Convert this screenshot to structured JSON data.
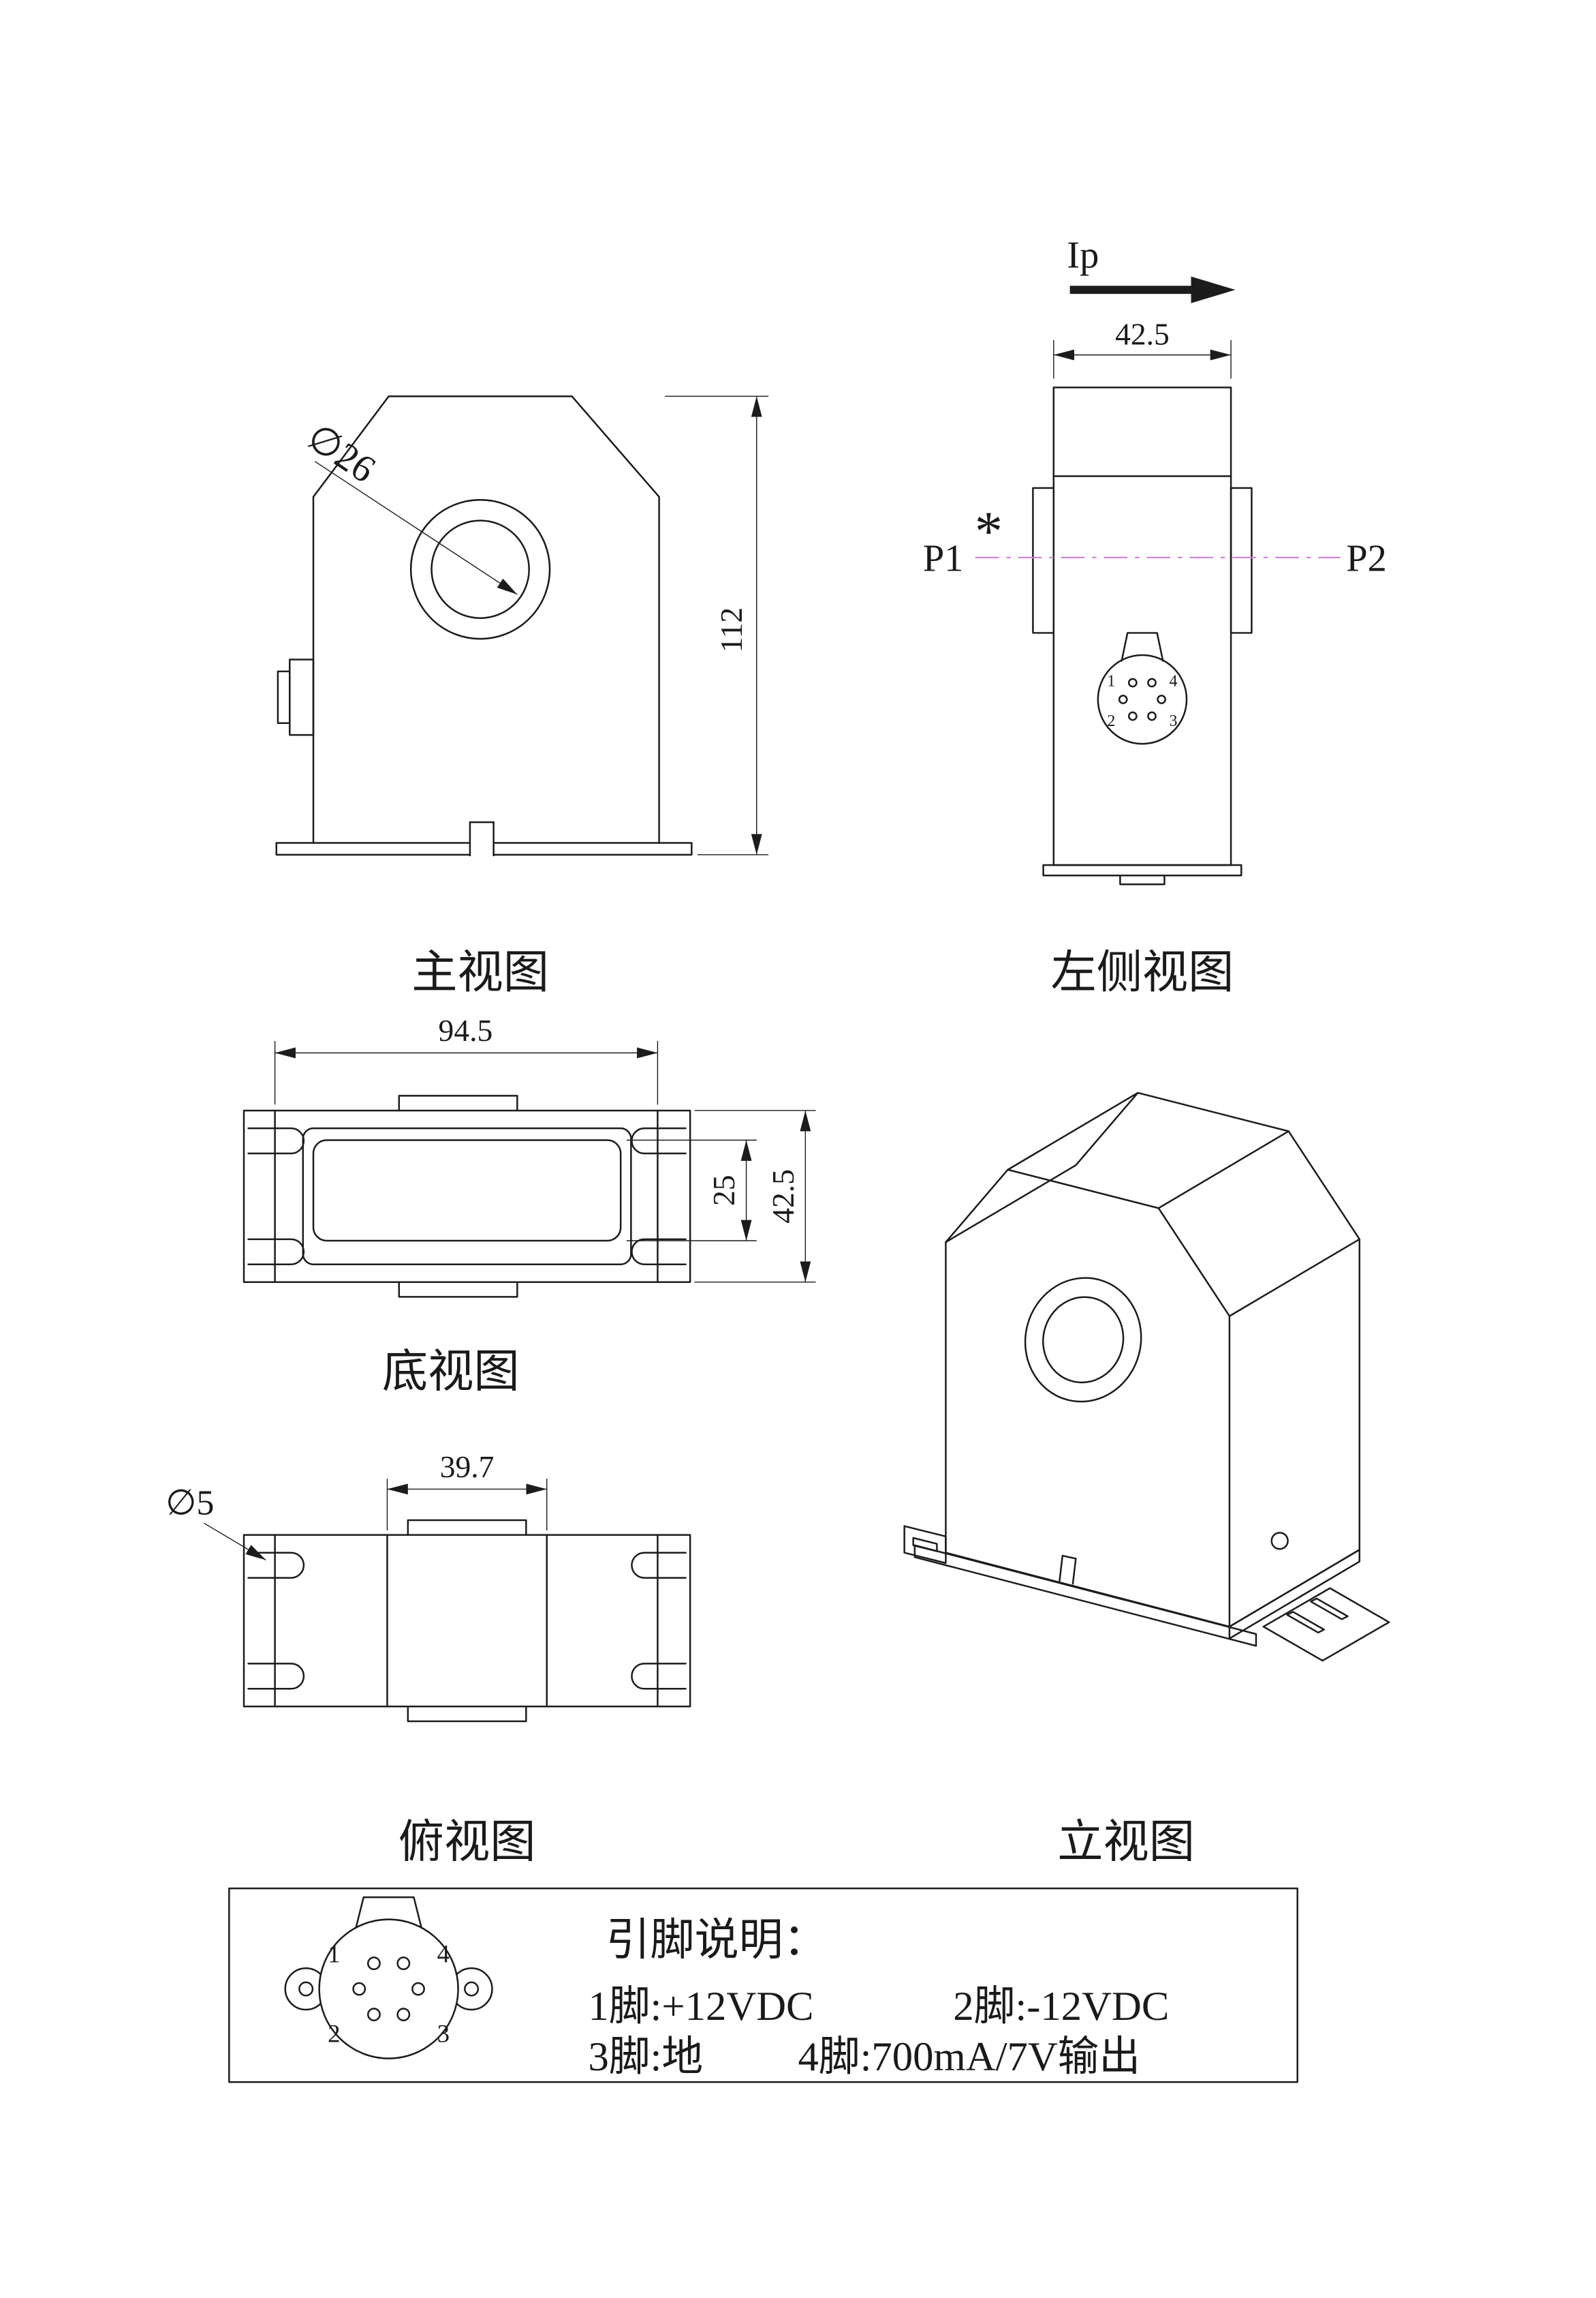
{
  "colors": {
    "line": "#1c1c1c",
    "red": "#c40000",
    "centerline": "#cf7fd4",
    "background": "#ffffff"
  },
  "front_view": {
    "caption": "主视图",
    "hole_dim": "∅26",
    "height_dim": "112"
  },
  "left_view": {
    "caption": "左侧视图",
    "current_label": "Ip",
    "width_dim": "42.5",
    "p1": "P1",
    "p2": "P2",
    "star": "*",
    "pin_top_left": "1",
    "pin_top_right": "4",
    "pin_bottom_left": "2",
    "pin_bottom_right": "3"
  },
  "bottom_view": {
    "caption": "底视图",
    "width_dim": "94.5",
    "inner_height_dim": "25",
    "depth_dim": "42.5"
  },
  "top_view": {
    "caption": "俯视图",
    "core_width_dim": "39.7",
    "hole_dim": "∅5"
  },
  "iso_view": {
    "caption": "立视图"
  },
  "pin_box": {
    "title": "引脚说明：",
    "pin1_desc": "1脚:+12VDC",
    "pin2_desc": "2脚:-12VDC",
    "pin3_desc": "3脚:地",
    "pin4_desc": "4脚:700mA/7V输出",
    "pin_top_left": "1",
    "pin_top_right": "4",
    "pin_bottom_left": "2",
    "pin_bottom_right": "3"
  }
}
